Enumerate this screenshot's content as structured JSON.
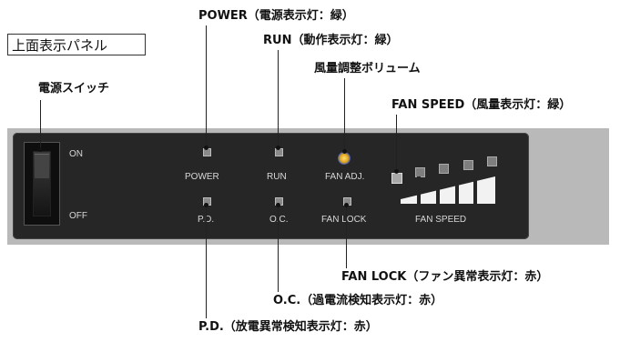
{
  "section_title": "上面表示パネル",
  "callouts": {
    "power": "POWER（電源表示灯：緑）",
    "run": "RUN（動作表示灯：緑）",
    "volume": "風量調整ボリューム",
    "switch": "電源スイッチ",
    "fan_speed": "FAN SPEED（風量表示灯：緑）",
    "fan_lock": "FAN LOCK（ファン異常表示灯：赤）",
    "oc": "O.C.（過電流検知表示灯：赤）",
    "pd": "P.D.（放電異常検知表示灯：赤）"
  },
  "panel": {
    "switch_on": "ON",
    "switch_off": "OFF",
    "power": "POWER",
    "run": "RUN",
    "fan_adj": "FAN ADJ.",
    "pd": "P.D.",
    "oc": "O.C.",
    "fan_lock": "FAN LOCK",
    "fan_speed": "FAN SPEED",
    "fan_speed_levels": 5
  },
  "colors": {
    "panel": "#262626",
    "led_off": "#8a8a8a",
    "knob": "#e1a51c"
  }
}
